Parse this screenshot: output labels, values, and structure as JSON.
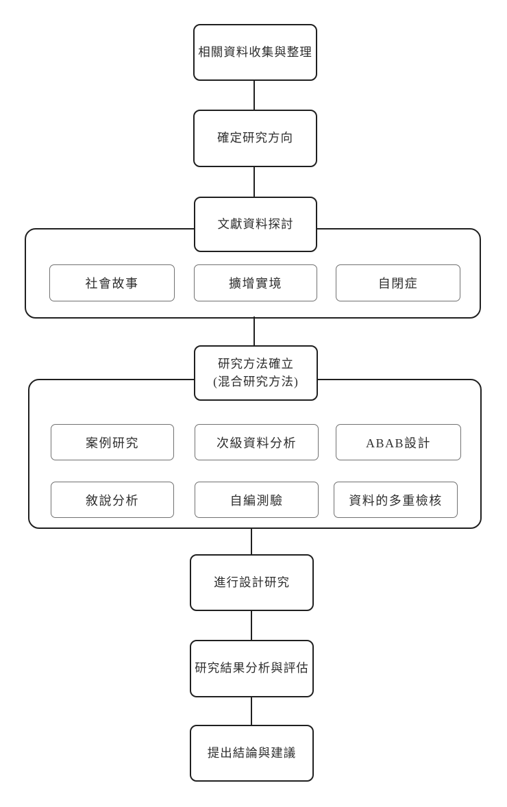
{
  "flowchart": {
    "nodes": {
      "collect": {
        "label": "相關資料收集與整理"
      },
      "direction": {
        "label": "確定研究方向"
      },
      "literature": {
        "label": "文獻資料探討"
      },
      "method": {
        "label": "研究方法確立",
        "sublabel": "(混合研究方法)"
      },
      "design": {
        "label": "進行設計研究"
      },
      "evaluate": {
        "label": "研究結果分析與評估"
      },
      "conclude": {
        "label": "提出結論與建議"
      }
    },
    "literature_group": {
      "items": [
        {
          "label": "社會故事"
        },
        {
          "label": "擴增實境"
        },
        {
          "label": "自閉症"
        }
      ]
    },
    "method_group": {
      "items": [
        {
          "label": "案例研究"
        },
        {
          "label": "次級資料分析"
        },
        {
          "label": "ABAB設計"
        },
        {
          "label": "敘說分析"
        },
        {
          "label": "自編測驗"
        },
        {
          "label": "資料的多重檢核"
        }
      ]
    },
    "colors": {
      "background": "#ffffff",
      "node_border": "#1f1f1f",
      "group_border": "#1f1f1f",
      "item_border": "#707070",
      "connector": "#1f1f1f",
      "text": "#2e2e2e"
    }
  }
}
